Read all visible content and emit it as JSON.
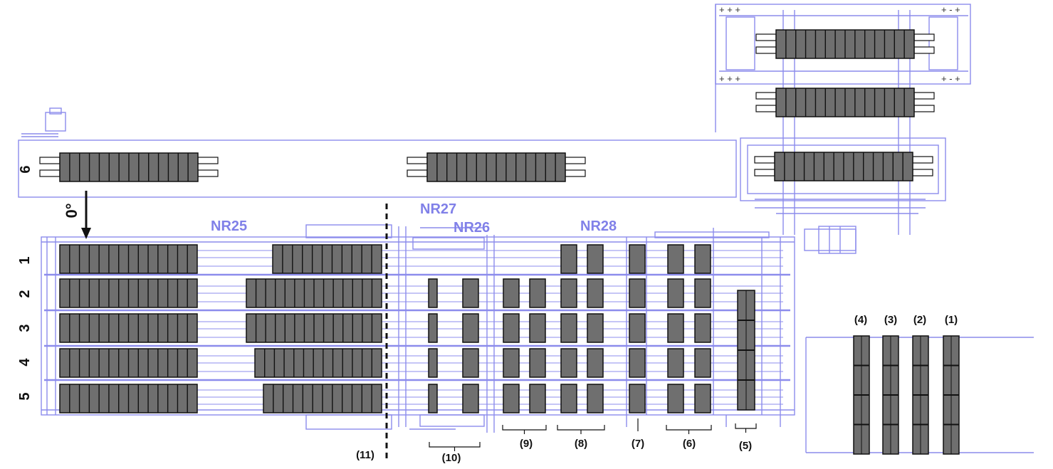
{
  "colors": {
    "line": "#8c8cec",
    "line_dark": "#6a6ad8",
    "block": "#6f6f6f",
    "block_stroke": "#111111",
    "label": "#111111",
    "nr_label": "#8080e8"
  },
  "labels": {
    "stations": [
      "NR25",
      "NR27",
      "NR26",
      "NR28"
    ],
    "rows": [
      "1",
      "2",
      "3",
      "4",
      "5"
    ],
    "top_row": "6",
    "angle": "0°",
    "brackets": [
      "(11)",
      "(10)",
      "(9)",
      "(8)",
      "(7)",
      "(6)",
      "(5)"
    ],
    "inset": [
      "(4)",
      "(3)",
      "(2)",
      "(1)"
    ]
  },
  "icons": [
    "arrow-down-icon",
    "motor-icon",
    "plus-marker-icon"
  ]
}
